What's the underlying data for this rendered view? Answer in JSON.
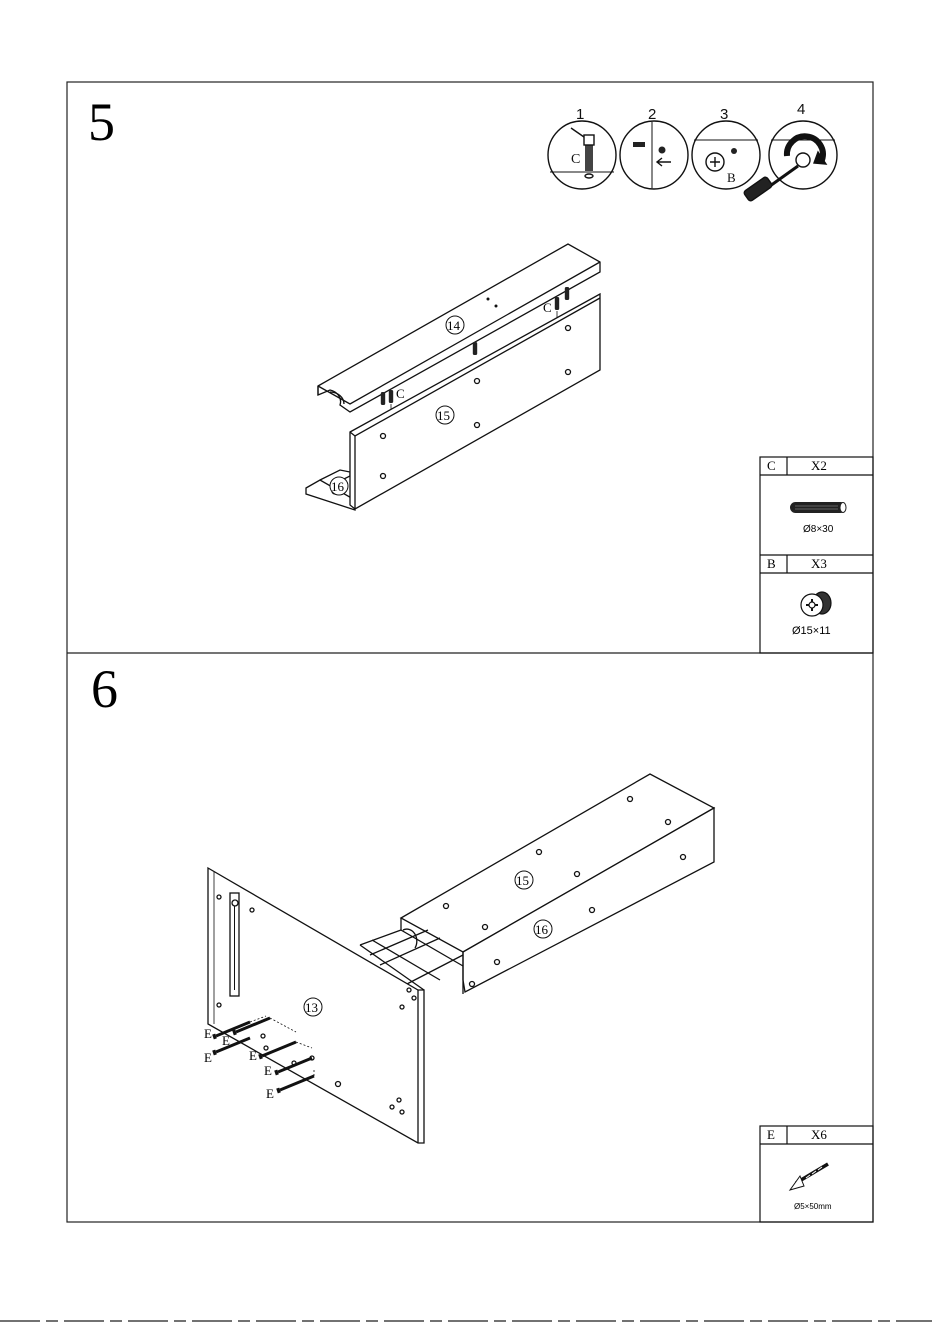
{
  "steps": [
    {
      "number": "5",
      "substeps": [
        "1",
        "2",
        "3",
        "4"
      ],
      "substep_labels": {
        "c": "C",
        "b": "B"
      },
      "parts": {
        "top": "14",
        "front": "15",
        "bottom": "16"
      },
      "hardware_callouts": {
        "left": "C",
        "right": "C"
      },
      "legend": [
        {
          "code": "C",
          "qty": "X2",
          "spec": "Ø8×30",
          "icon": "wood-dowel-icon"
        },
        {
          "code": "B",
          "qty": "X3",
          "spec": "Ø15×11",
          "icon": "cam-lock-icon"
        }
      ]
    },
    {
      "number": "6",
      "parts": {
        "side": "13",
        "top": "15",
        "front": "16"
      },
      "screw_label": "E",
      "legend": [
        {
          "code": "E",
          "qty": "X6",
          "spec": "Ø5×50mm",
          "icon": "screw-icon"
        }
      ]
    }
  ]
}
